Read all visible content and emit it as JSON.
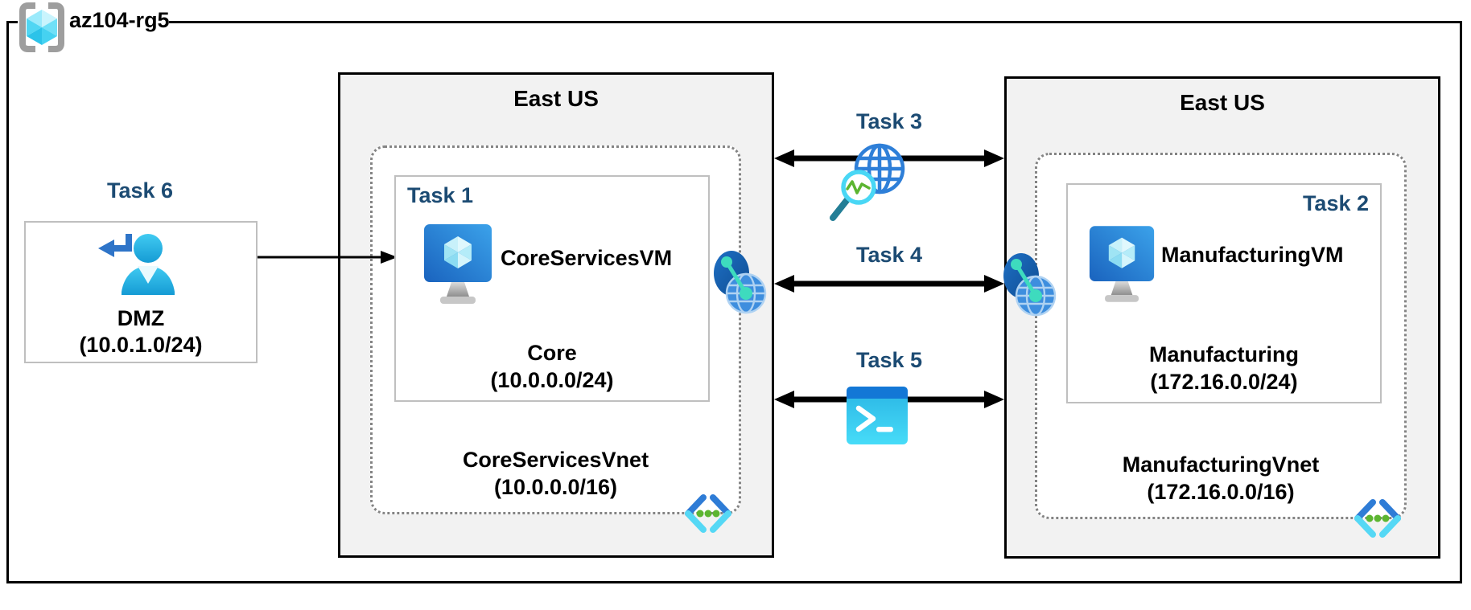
{
  "resource_group": {
    "name": "az104-rg5"
  },
  "regions": {
    "left": {
      "title": "East US"
    },
    "right": {
      "title": "East US"
    }
  },
  "vnets": {
    "core": {
      "name": "CoreServicesVnet",
      "cidr": "(10.0.0.0/16)",
      "subnet": {
        "task_label": "Task 1",
        "vm_name": "CoreServicesVM",
        "name": "Core",
        "cidr": "(10.0.0.0/24)"
      }
    },
    "manufacturing": {
      "name": "ManufacturingVnet",
      "cidr": "(172.16.0.0/16)",
      "subnet": {
        "task_label": "Task 2",
        "vm_name": "ManufacturingVM",
        "name": "Manufacturing",
        "cidr": "(172.16.0.0/24)"
      }
    }
  },
  "dmz": {
    "task_label": "Task 6",
    "name": "DMZ",
    "cidr": "(10.0.1.0/24)"
  },
  "connections": {
    "task3": {
      "label": "Task 3",
      "icon": "network-watcher-icon"
    },
    "task4": {
      "label": "Task 4",
      "icon": "vnet-peering-icon"
    },
    "task5": {
      "label": "Task 5",
      "icon": "cloud-shell-icon"
    }
  },
  "icons": {
    "resource_group": "resource-group-icon",
    "virtual_machine": "virtual-machine-icon",
    "virtual_network": "virtual-network-icon",
    "dmz_user": "user-return-icon"
  },
  "colors": {
    "task_label": "#1C4B73",
    "region_fill": "#F2F2F2",
    "azure_blue": "#2E7CD6",
    "azure_cyan": "#55D8F5",
    "green_dot": "#5CB531",
    "peering_teal": "#3EDBBE"
  }
}
